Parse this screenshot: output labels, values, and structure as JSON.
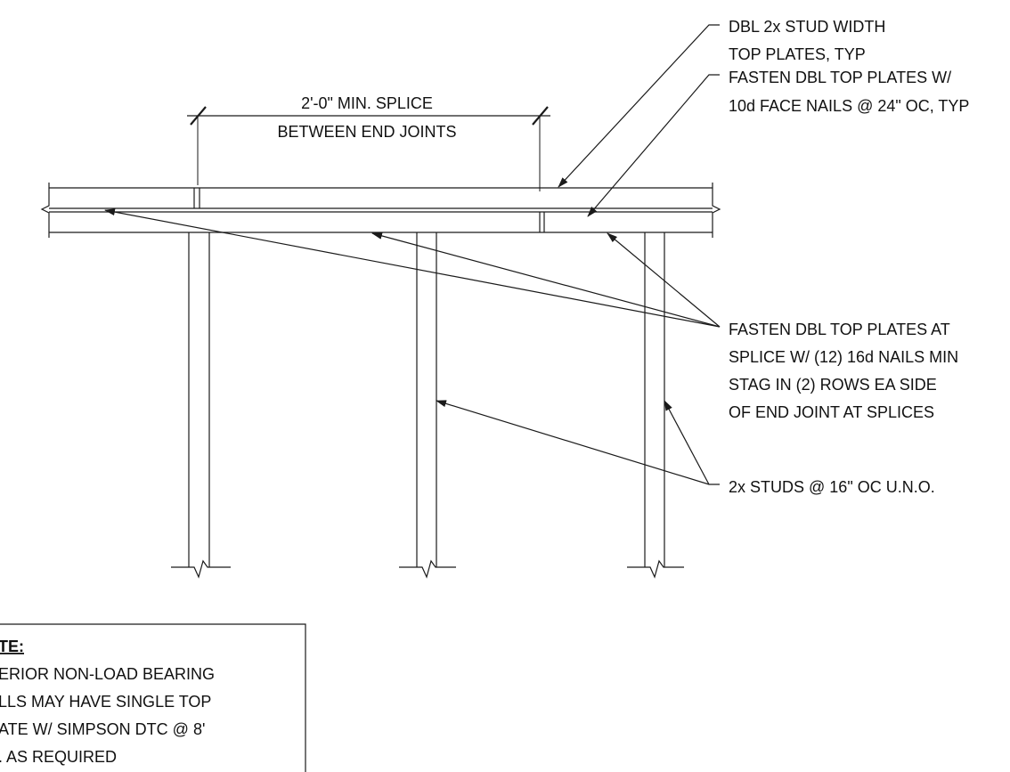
{
  "dimension": {
    "line1": "2'-0\" MIN. SPLICE",
    "line2": "BETWEEN END JOINTS"
  },
  "callouts": [
    {
      "lines": [
        "DBL 2x STUD WIDTH",
        "TOP PLATES, TYP"
      ]
    },
    {
      "lines": [
        "FASTEN DBL TOP PLATES W/",
        "10d FACE NAILS @ 24\" OC, TYP"
      ]
    },
    {
      "lines": [
        "FASTEN DBL TOP PLATES AT",
        "SPLICE W/ (12) 16d NAILS MIN",
        "STAG IN (2) ROWS EA SIDE",
        "OF END JOINT AT SPLICES"
      ]
    },
    {
      "lines": [
        "2x STUDS @ 16\" OC U.N.O."
      ]
    }
  ],
  "note": {
    "title": "TE:",
    "lines": [
      "ERIOR NON-LOAD BEARING",
      "LLS MAY HAVE SINGLE TOP",
      "ATE W/ SIMPSON DTC @ 8'",
      ". AS REQUIRED"
    ]
  }
}
